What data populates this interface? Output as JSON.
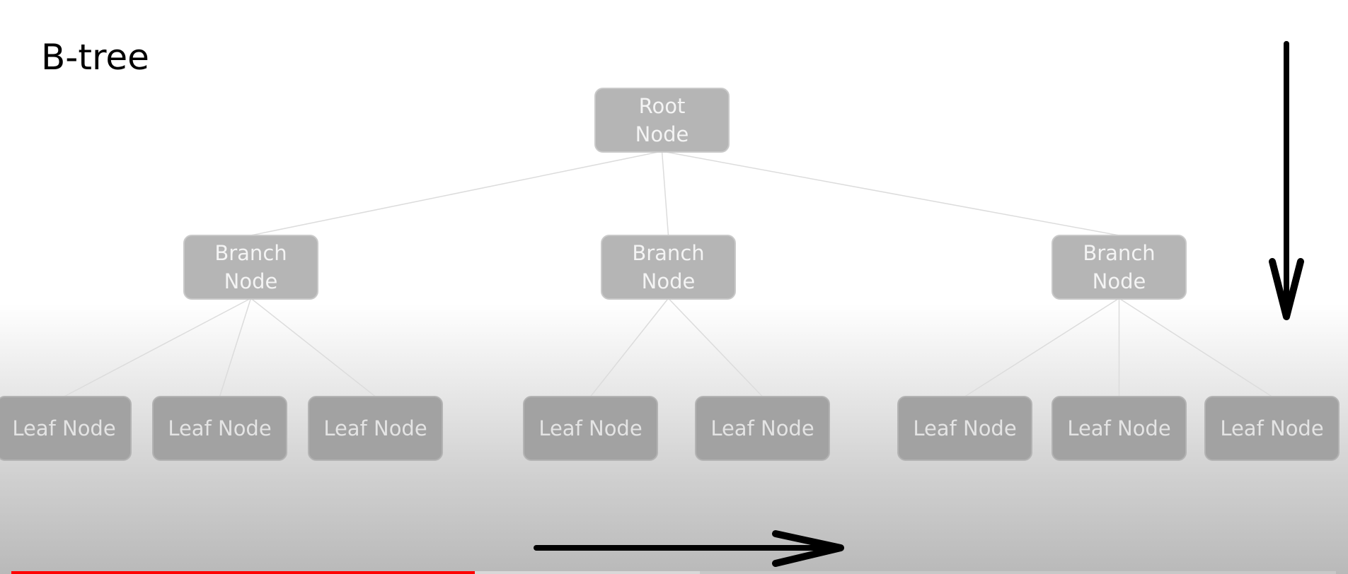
{
  "title": "B-tree",
  "tree": {
    "root": {
      "label": "Root\nNode"
    },
    "branches": [
      {
        "label": "Branch\nNode",
        "leaves": [
          "Leaf Node",
          "Leaf Node",
          "Leaf Node"
        ]
      },
      {
        "label": "Branch\nNode",
        "leaves": [
          "Leaf Node",
          "Leaf Node"
        ]
      },
      {
        "label": "Branch\nNode",
        "leaves": [
          "Leaf Node",
          "Leaf Node",
          "Leaf Node"
        ]
      }
    ]
  },
  "annotations": {
    "vertical_arrow": "down-arrow-icon",
    "horizontal_arrow": "right-arrow-icon"
  },
  "video_progress": {
    "played_fraction": 0.35,
    "buffered_fraction": 0.52,
    "played_color": "#ff0000"
  }
}
